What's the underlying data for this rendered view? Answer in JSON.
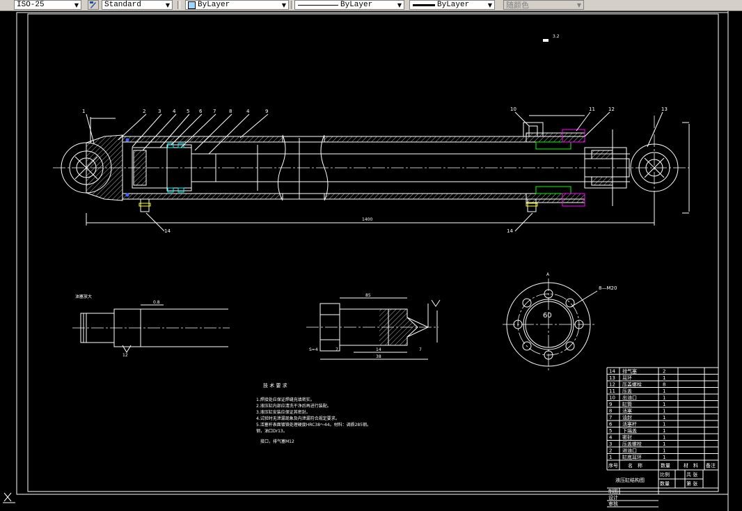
{
  "toolbar": {
    "dimstyle": "ISO-25",
    "textstyle": "Standard",
    "layer": "ByLayer",
    "linetype": "ByLayer",
    "lineweight": "ByLayer",
    "plotstyle": "随颜色"
  },
  "drawing": {
    "balloons": [
      "1",
      "2",
      "3",
      "4",
      "5",
      "6",
      "7",
      "8",
      "4",
      "9",
      "10",
      "11",
      "12",
      "13",
      "14",
      "14"
    ],
    "section_label": "A",
    "flange_label": "8—M20",
    "flange_dim": "60",
    "detail1_title": "油塞放大",
    "detail2_dims": [
      "85",
      "14",
      "7",
      "7",
      "38",
      "S=4"
    ],
    "overall_length": "1400",
    "tech_title": "技 术 要 求",
    "tech_lines": [
      "1.焊接处应保证焊缝充填密实。",
      "2.液压缸内部应清洗干净后再进行装配。",
      "3.液压缸安装应保证其密封。",
      "4.试验时无泄漏现象及内泄漏符合规定要求。",
      "5.活塞杆表面镀铬处理硬度HRC38～44。材料：调质285钢。",
      "钢，油口Dr13。"
    ],
    "tech_note": "接口，排气塞M12"
  },
  "bom": {
    "rows": [
      {
        "no": "14",
        "name": "排气塞",
        "qty": "2",
        "mat": "",
        "note": ""
      },
      {
        "no": "13",
        "name": "耳环",
        "qty": "1",
        "mat": "",
        "note": ""
      },
      {
        "no": "12",
        "name": "压盖螺栓",
        "qty": "8",
        "mat": "",
        "note": ""
      },
      {
        "no": "11",
        "name": "压盖",
        "qty": "1",
        "mat": "",
        "note": ""
      },
      {
        "no": "10",
        "name": "出油口",
        "qty": "1",
        "mat": "",
        "note": ""
      },
      {
        "no": "9",
        "name": "缸筒",
        "qty": "1",
        "mat": "",
        "note": ""
      },
      {
        "no": "8",
        "name": "活塞",
        "qty": "1",
        "mat": "",
        "note": ""
      },
      {
        "no": "7",
        "name": "油封",
        "qty": "1",
        "mat": "",
        "note": ""
      },
      {
        "no": "6",
        "name": "活塞杆",
        "qty": "1",
        "mat": "",
        "note": ""
      },
      {
        "no": "5",
        "name": "下端盖",
        "qty": "1",
        "mat": "",
        "note": ""
      },
      {
        "no": "4",
        "name": "密封",
        "qty": "1",
        "mat": "",
        "note": ""
      },
      {
        "no": "3",
        "name": "压盖螺栓",
        "qty": "1",
        "mat": "",
        "note": ""
      },
      {
        "no": "2",
        "name": "进油口",
        "qty": "1",
        "mat": "",
        "note": ""
      },
      {
        "no": "1",
        "name": "缸底耳环",
        "qty": "1",
        "mat": "",
        "note": ""
      }
    ],
    "header": {
      "no": "序号",
      "name": "名　称",
      "qty": "数量",
      "mat": "材　料",
      "note": "备注"
    },
    "title": "液压缸结构图",
    "title_cells": [
      "比例",
      "共 张",
      "数量",
      "第 张"
    ],
    "sign_cells": [
      "制图",
      "设计",
      "审核"
    ]
  }
}
